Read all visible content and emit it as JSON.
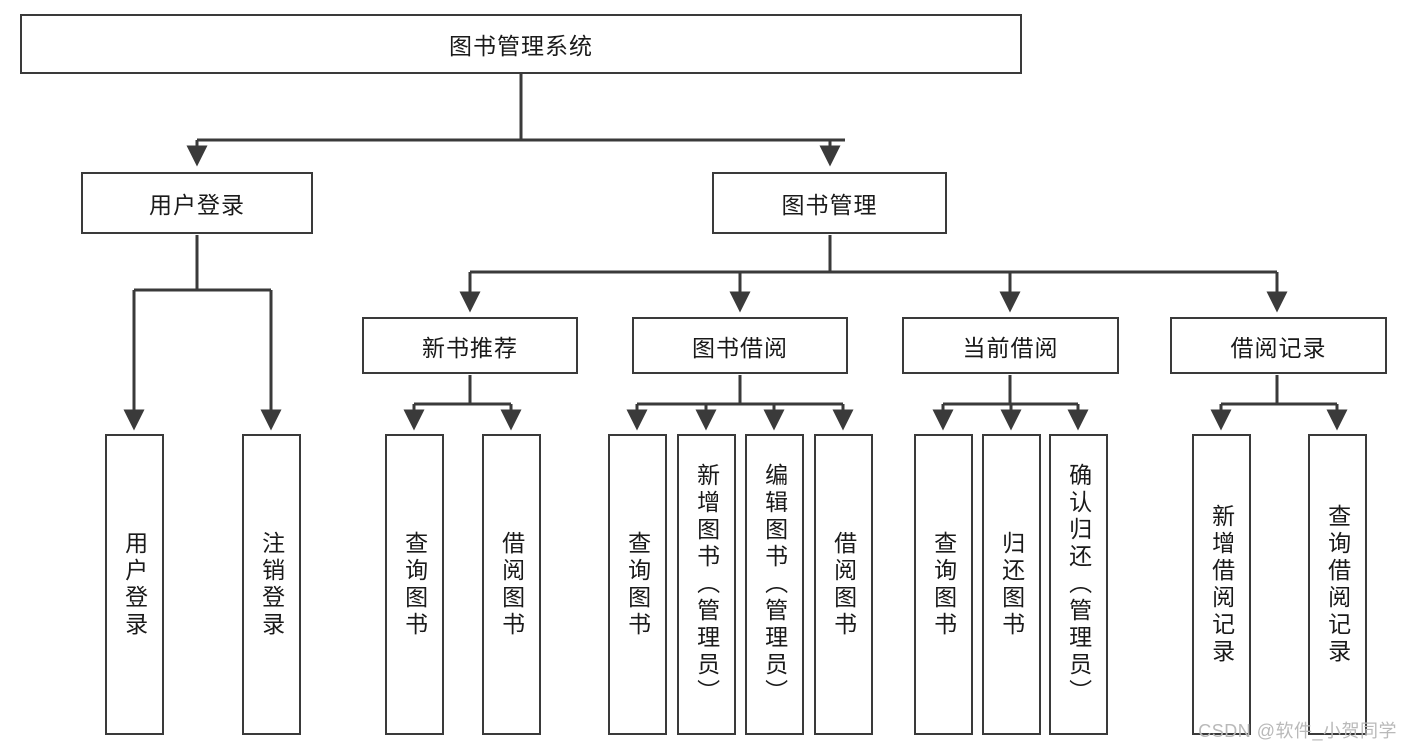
{
  "diagram": {
    "title": "图书管理系统",
    "watermark": "CSDN @软件_小贺同学",
    "colors": {
      "stroke": "#3a3a3a",
      "box_fill": "#ffffff",
      "text": "#1a1a1a",
      "watermark": "#b9b9b9",
      "background": "#ffffff"
    },
    "levels": {
      "root": "图书管理系统",
      "level2": [
        "用户登录",
        "图书管理"
      ],
      "level3": [
        "新书推荐",
        "图书借阅",
        "当前借阅",
        "借阅记录"
      ]
    },
    "nodes": {
      "root": {
        "label": "图书管理系统",
        "orientation": "horizontal"
      },
      "user_login": {
        "label": "用户登录",
        "orientation": "horizontal"
      },
      "book_manage": {
        "label": "图书管理",
        "orientation": "horizontal"
      },
      "new_book_rec": {
        "label": "新书推荐",
        "orientation": "horizontal"
      },
      "book_borrow": {
        "label": "图书借阅",
        "orientation": "horizontal"
      },
      "current_borrow": {
        "label": "当前借阅",
        "orientation": "horizontal"
      },
      "borrow_record": {
        "label": "借阅记录",
        "orientation": "horizontal"
      },
      "leaf_user_login": {
        "label": "用户登录",
        "orientation": "vertical"
      },
      "leaf_logout": {
        "label": "注销登录",
        "orientation": "vertical"
      },
      "leaf_query_book_1": {
        "label": "查询图书",
        "orientation": "vertical"
      },
      "leaf_borrow_book_1": {
        "label": "借阅图书",
        "orientation": "vertical"
      },
      "leaf_query_book_2": {
        "label": "查询图书",
        "orientation": "vertical"
      },
      "leaf_add_book": {
        "label": "新增图书（管理员）",
        "orientation": "vertical"
      },
      "leaf_edit_book": {
        "label": "编辑图书（管理员）",
        "orientation": "vertical"
      },
      "leaf_borrow_book_2": {
        "label": "借阅图书",
        "orientation": "vertical"
      },
      "leaf_query_book_3": {
        "label": "查询图书",
        "orientation": "vertical"
      },
      "leaf_return_book": {
        "label": "归还图书",
        "orientation": "vertical"
      },
      "leaf_confirm_return": {
        "label": "确认归还（管理员）",
        "orientation": "vertical"
      },
      "leaf_add_record": {
        "label": "新增借阅记录",
        "orientation": "vertical"
      },
      "leaf_query_record": {
        "label": "查询借阅记录",
        "orientation": "vertical"
      }
    },
    "edges": [
      {
        "from": "图书管理系统",
        "to": "用户登录"
      },
      {
        "from": "图书管理系统",
        "to": "图书管理"
      },
      {
        "from": "用户登录",
        "to": "用户登录"
      },
      {
        "from": "用户登录",
        "to": "注销登录"
      },
      {
        "from": "图书管理",
        "to": "新书推荐"
      },
      {
        "from": "图书管理",
        "to": "图书借阅"
      },
      {
        "from": "图书管理",
        "to": "当前借阅"
      },
      {
        "from": "图书管理",
        "to": "借阅记录"
      },
      {
        "from": "新书推荐",
        "to": "查询图书"
      },
      {
        "from": "新书推荐",
        "to": "借阅图书"
      },
      {
        "from": "图书借阅",
        "to": "查询图书"
      },
      {
        "from": "图书借阅",
        "to": "新增图书（管理员）"
      },
      {
        "from": "图书借阅",
        "to": "编辑图书（管理员）"
      },
      {
        "from": "图书借阅",
        "to": "借阅图书"
      },
      {
        "from": "当前借阅",
        "to": "查询图书"
      },
      {
        "from": "当前借阅",
        "to": "归还图书"
      },
      {
        "from": "当前借阅",
        "to": "确认归还（管理员）"
      },
      {
        "from": "借阅记录",
        "to": "新增借阅记录"
      },
      {
        "from": "借阅记录",
        "to": "查询借阅记录"
      }
    ]
  }
}
